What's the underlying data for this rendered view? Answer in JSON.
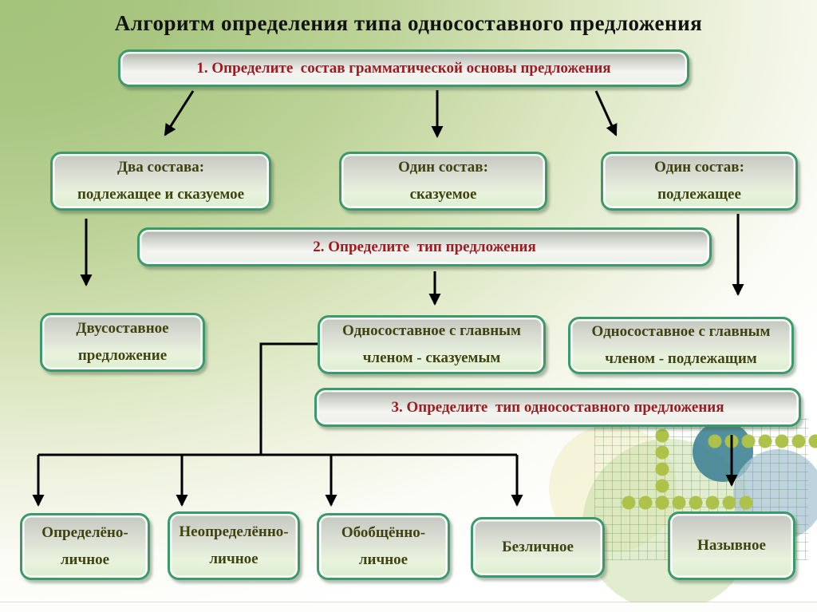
{
  "title": "Алгоритм определения типа односоставного предложения",
  "steps": {
    "step1": "1. Определите  состав грамматической основы предложения",
    "step2": "2. Определите  тип предложения",
    "step3": "3. Определите  тип односоставного предложения"
  },
  "row2": [
    {
      "line1": "Два состава:",
      "line2": "подлежащее и сказуемое"
    },
    {
      "line1": "Один состав:",
      "line2": "сказуемое"
    },
    {
      "line1": "Один состав:",
      "line2": "подлежащее"
    }
  ],
  "row3": [
    {
      "line1": "Двусоставное",
      "line2": "предложение"
    },
    {
      "line1": "Односоставное с главным",
      "line2": "членом - сказуемым"
    },
    {
      "line1": "Односоставное с главным",
      "line2": "членом - подлежащим"
    }
  ],
  "types": [
    {
      "line1": "Определёно-",
      "line2": "личное"
    },
    {
      "line1": "Неопределённо-",
      "line2": "личное"
    },
    {
      "line1": "Обобщённо-",
      "line2": "личное"
    },
    {
      "line1": "Безличное",
      "line2": ""
    },
    {
      "line1": "Назывное",
      "line2": ""
    }
  ],
  "colors": {
    "box_border": "#3a9a6a",
    "step_text": "#9c1c20",
    "node_text": "#3f430f",
    "arrow": "#000000",
    "background_green": "#a3c27a",
    "dot_olive": "#aec24a",
    "circle_teal": "#3a8096",
    "circle_blue": "#adc7d5"
  }
}
